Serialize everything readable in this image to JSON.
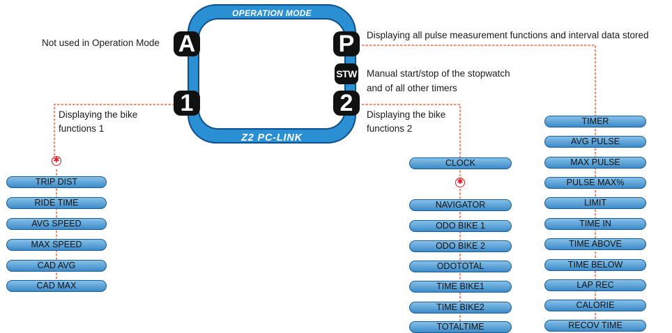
{
  "device": {
    "mode_title": "OPERATION MODE",
    "brand": "Z2 PC-LINK",
    "frame_color": "#1f78c1",
    "buttons": {
      "a": "A",
      "p": "P",
      "stw": "STW",
      "one": "1",
      "two": "2"
    }
  },
  "annotations": {
    "a": "Not used in Operation Mode",
    "p": "Displaying all pulse measurement functions and interval data stored",
    "stw_line1": "Manual start/stop of the stopwatch",
    "stw_line2": "and of all other timers",
    "one_line1": "Displaying the bike",
    "one_line2": "functions 1",
    "two_line1": "Displaying the bike",
    "two_line2": "functions 2"
  },
  "marker_icon": "asterisk-in-circle",
  "connector_color": "#f08a6e",
  "bike_functions_1": [
    "TRIP DIST",
    "RIDE TIME",
    "AVG SPEED",
    "MAX SPEED",
    "CAD AVG",
    "CAD MAX"
  ],
  "bike_functions_2_top": "CLOCK",
  "bike_functions_2": [
    "NAVIGATOR",
    "ODO BIKE 1",
    "ODO BIKE 2",
    "ODOTOTAL",
    "TIME BIKE1",
    "TIME BIKE2",
    "TOTALTIME"
  ],
  "pulse_functions": [
    "TIMER",
    "AVG PULSE",
    "MAX PULSE",
    "PULSE MAX%",
    "LIMIT",
    "TIME IN",
    "TIME ABOVE",
    "TIME BELOW",
    "LAP REC",
    "CALORIE",
    "RECOV TIME"
  ]
}
